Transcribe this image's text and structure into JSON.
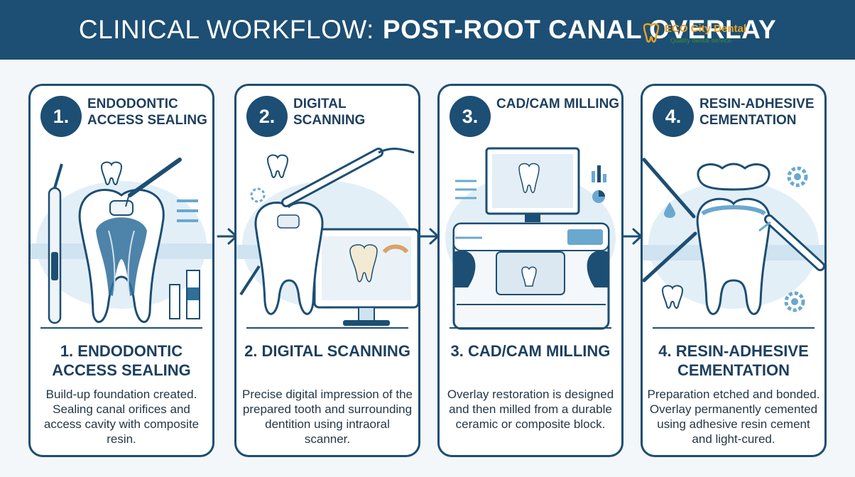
{
  "header": {
    "title_light": "CLINICAL WORKFLOW:",
    "title_bold": "POST-ROOT CANAL OVERLAY",
    "logo_text": "ECO City Dental",
    "logo_tagline": "Quality dental service"
  },
  "steps": [
    {
      "number": "1.",
      "heading": "ENDODONTIC ACCESS SEALING",
      "title": "1. ENDODONTIC ACCESS SEALING",
      "description": "Build-up foundation created. Sealing canal orifices and access cavity with composite resin."
    },
    {
      "number": "2.",
      "heading": "DIGITAL SCANNING",
      "title": "2. DIGITAL SCANNING",
      "description": "Precise digital impression of the prepared tooth and surrounding dentition using intraoral scanner."
    },
    {
      "number": "3.",
      "heading": "CAD/CAM MILLING",
      "title": "3. CAD/CAM MILLING",
      "description": "Overlay restoration is designed and then milled from a durable ceramic or composite block."
    },
    {
      "number": "4.",
      "heading": "RESIN-ADHESIVE CEMENTATION",
      "title": "4. RESIN-ADHESIVE CEMENTATION",
      "description": "Preparation etched and bonded. Overlay permanently cemented using adhesive resin cement and light-cured."
    }
  ],
  "colors": {
    "navy": "#1d4e73",
    "light_blue": "#cfe3f0",
    "accent_blue": "#6aa8d0"
  }
}
